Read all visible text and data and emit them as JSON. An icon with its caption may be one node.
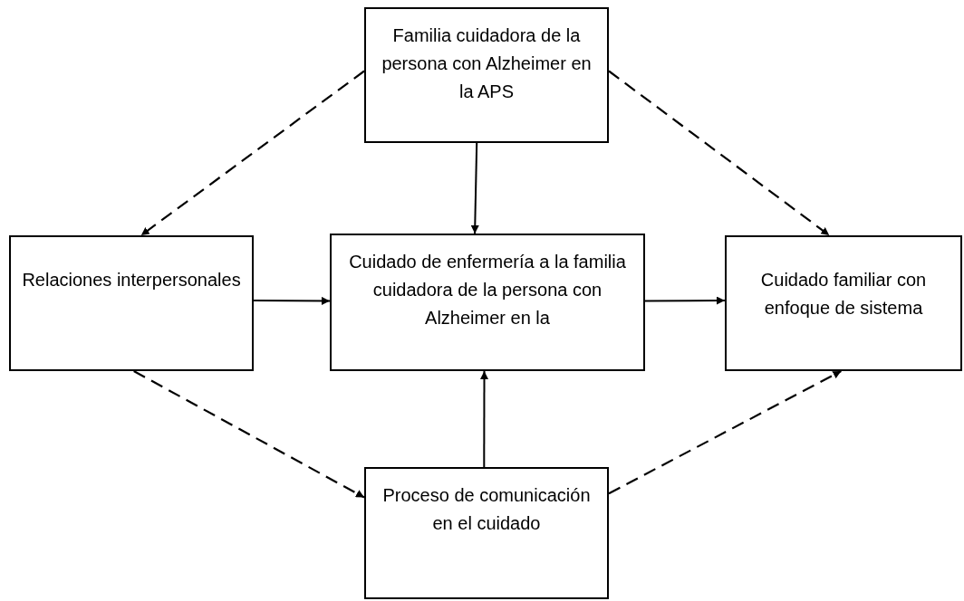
{
  "diagram": {
    "nodes": [
      {
        "text": [
          "Familia cuidadora de la persona con Alzheimer en la APS"
        ]
      },
      {
        "text": [
          "Relaciones interpersonales"
        ]
      },
      {
        "text": [
          "Cuidado de enfermería a la familia cuidadora de la persona con Alzheimer en la"
        ]
      },
      {
        "text": [
          "Cuidado familiar con enfoque de sistema"
        ]
      },
      {
        "text": [
          "Proceso de comunicación en el cuidado"
        ]
      }
    ],
    "edges": [
      {
        "from": 0,
        "to": 1,
        "arrow": "to",
        "style": "dashed"
      },
      {
        "from": 0,
        "to": 2,
        "arrow": "to"
      },
      {
        "from": 0,
        "to": 3,
        "arrow": "to",
        "style": "dashed"
      },
      {
        "from": 1,
        "to": 2,
        "arrow": "to"
      },
      {
        "from": 2,
        "to": 3,
        "arrow": "to"
      },
      {
        "from": 4,
        "to": 2,
        "arrow": "to"
      },
      {
        "from": 1,
        "to": 4,
        "arrow": "to",
        "style": "dashed"
      },
      {
        "from": 4,
        "to": 3,
        "arrow": "to",
        "style": "dashed"
      }
    ]
  }
}
